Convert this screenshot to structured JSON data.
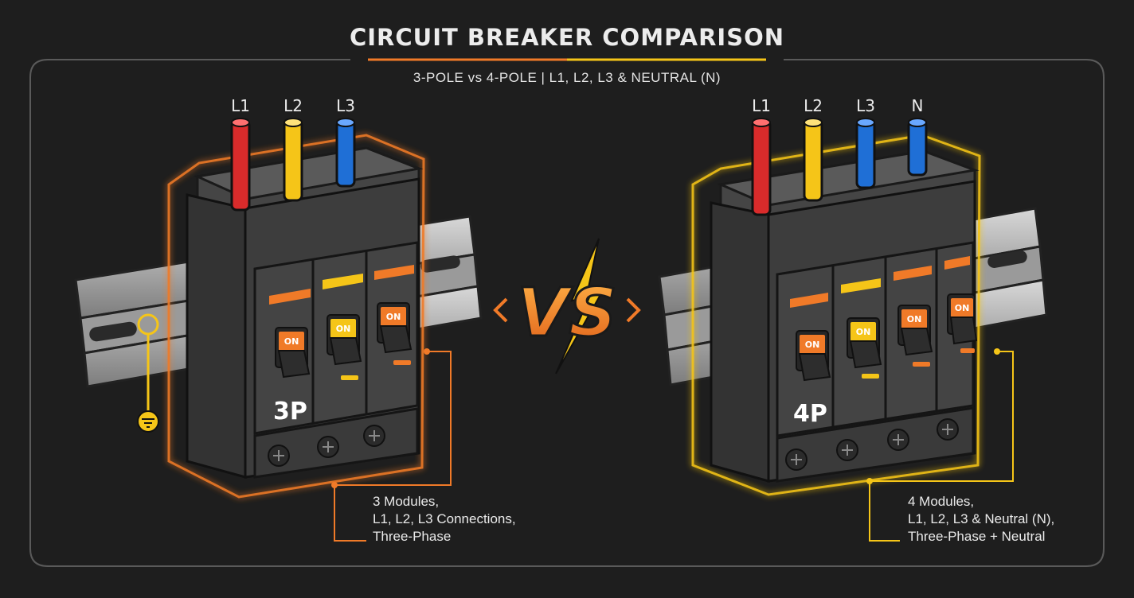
{
  "header": {
    "title": "CIRCUIT BREAKER COMPARISON",
    "subtitle": "3-POLE vs 4-POLE  |  L1, L2, L3 & NEUTRAL (N)"
  },
  "versus_label": "VS",
  "breaker_3p": {
    "badge": "3P",
    "wire_labels": [
      "L1",
      "L2",
      "L3"
    ],
    "switch_labels": [
      "ON",
      "ON",
      "ON"
    ],
    "description": [
      "3 Modules,",
      "L1, L2, L3 Connections,",
      "Three-Phase"
    ]
  },
  "breaker_4p": {
    "badge": "4P",
    "wire_labels": [
      "L1",
      "L2",
      "L3",
      "N"
    ],
    "switch_labels": [
      "ON",
      "ON",
      "ON",
      "ON"
    ],
    "description": [
      "4 Modules,",
      "L1, L2, L3 & Neutral (N),",
      "Three-Phase + Neutral"
    ]
  },
  "colors": {
    "background": "#1e1e1e",
    "orange_accent": "#f07a28",
    "yellow_accent": "#f5c518",
    "wire_l1_red": "#d92b2b",
    "wire_l2_yellow": "#f5c518",
    "wire_l3_blue": "#1f6fd6",
    "wire_n_blue": "#1f6fd6",
    "module_body": "#3d3d3d"
  }
}
